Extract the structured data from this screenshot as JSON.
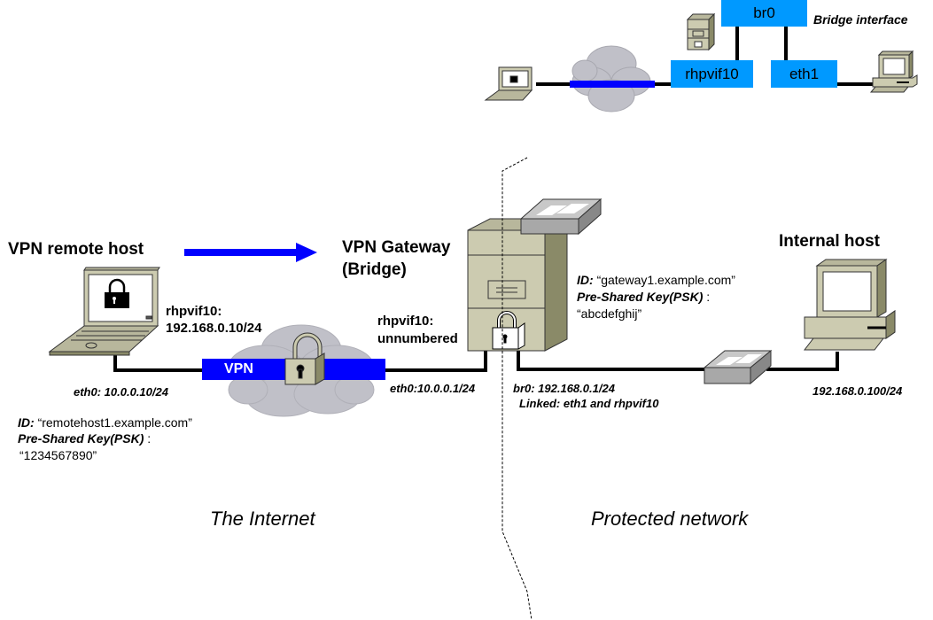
{
  "bridge_inset": {
    "boxes": {
      "br0": "br0",
      "rhpvif10": "rhpvif10",
      "eth1": "eth1"
    },
    "caption": "Bridge interface"
  },
  "remote_host": {
    "title": "VPN remote host",
    "vif_label": "rhpvif10:",
    "vif_ip": "192.168.0.10/24",
    "eth0": "eth0: 10.0.0.10/24",
    "id_label": "ID:",
    "id_value": "“remotehost1.example.com”",
    "psk_label": "Pre-Shared Key(PSK)",
    "psk_sep": " :",
    "psk_value": "“1234567890”"
  },
  "tunnel": {
    "label": "VPN"
  },
  "gateway": {
    "title_line1": "VPN Gateway",
    "title_line2": "(Bridge)",
    "vif_label": "rhpvif10:",
    "vif_value": "unnumbered",
    "eth0": "eth0:10.0.0.1/24",
    "br0": "br0: 192.168.0.1/24",
    "linked": "Linked: eth1 and rhpvif10",
    "id_label": "ID:",
    "id_value": "“gateway1.example.com”",
    "psk_label": "Pre-Shared Key(PSK)",
    "psk_sep": " :",
    "psk_value": "“abcdefghij”"
  },
  "internal_host": {
    "title": "Internal host",
    "ip": "192.168.0.100/24"
  },
  "zones": {
    "left": "The Internet",
    "right": "Protected network"
  },
  "colors": {
    "vpn_blue": "#0000ff",
    "iface_blue": "#0099ff",
    "device_body": "#cccbb0",
    "device_side": "#8a8a68",
    "cloud": "#c0c0c8",
    "switch": "#a8a8a8"
  }
}
